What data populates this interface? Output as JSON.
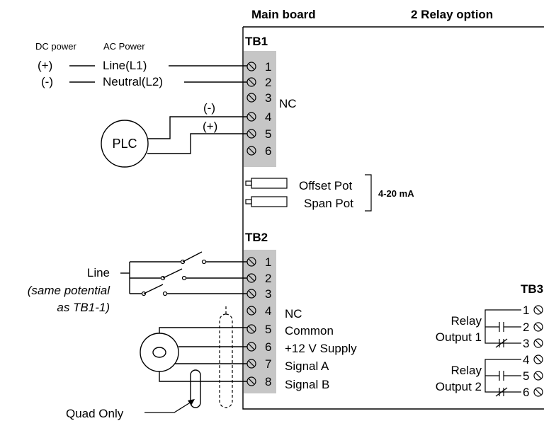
{
  "headers": {
    "main_board": "Main board",
    "relay_option": "2 Relay option"
  },
  "tb1": {
    "label": "TB1",
    "terminals": [
      "1",
      "2",
      "3",
      "4",
      "5",
      "6"
    ],
    "nc": "NC"
  },
  "power": {
    "dc_power": "DC power",
    "ac_power": "AC Power",
    "plus": "(+)",
    "minus": "(-)",
    "line": "Line(L1)",
    "neutral": "Neutral(L2)"
  },
  "plc": {
    "label": "PLC",
    "minus": "(-)",
    "plus": "(+)"
  },
  "pots": {
    "offset": "Offset Pot",
    "span": "Span Pot",
    "range": "4-20 mA"
  },
  "tb2": {
    "label": "TB2",
    "terminals": [
      "1",
      "2",
      "3",
      "4",
      "5",
      "6",
      "7",
      "8"
    ],
    "labels": {
      "t4": "NC",
      "t5": "Common",
      "t6": "+12 V Supply",
      "t7": "Signal A",
      "t8": "Signal B"
    }
  },
  "line_note": {
    "line": "Line",
    "note1": "(same potential",
    "note2": "as TB1-1)"
  },
  "quad_only": "Quad Only",
  "tb3": {
    "label": "TB3",
    "terminals": [
      "1",
      "2",
      "3",
      "4",
      "5",
      "6"
    ],
    "relay1_a": "Relay",
    "relay1_b": "Output 1",
    "relay2_a": "Relay",
    "relay2_b": "Output 2"
  }
}
